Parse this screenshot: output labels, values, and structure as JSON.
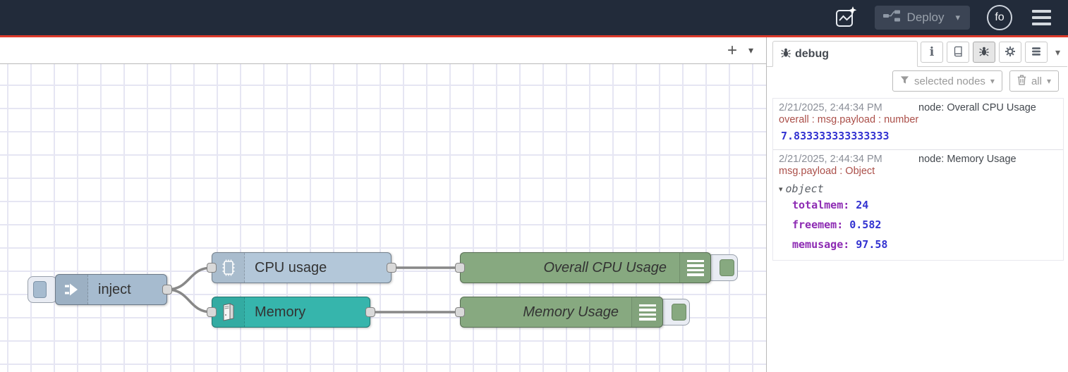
{
  "header": {
    "deploy_label": "Deploy",
    "avatar_text": "fo"
  },
  "icons": {
    "plus": "+",
    "chevron_down": "▾",
    "info": "i",
    "object_caret": "▾"
  },
  "flow": {
    "nodes": [
      {
        "label": "inject",
        "color": "#a6bbcf"
      },
      {
        "label": "CPU usage",
        "color": "#b3c7d9"
      },
      {
        "label": "Memory",
        "color": "#36b5ac"
      },
      {
        "label": "Overall CPU Usage",
        "color": "#87a980"
      },
      {
        "label": "Memory Usage",
        "color": "#87a980"
      }
    ]
  },
  "sidebar": {
    "tab_label": "debug",
    "filter_label": "selected nodes",
    "clear_label": "all",
    "messages": [
      {
        "timestamp": "2/21/2025, 2:44:34 PM",
        "source": "node: Overall CPU Usage",
        "meta": "overall : msg.payload : number",
        "value": "7.833333333333333"
      },
      {
        "timestamp": "2/21/2025, 2:44:34 PM",
        "source": "node: Memory Usage",
        "meta": "msg.payload : Object",
        "object_label": "object",
        "properties": [
          {
            "key": "totalmem:",
            "value": "24"
          },
          {
            "key": "freemem:",
            "value": "0.582"
          },
          {
            "key": "memusage:",
            "value": "97.58"
          }
        ]
      }
    ]
  },
  "colors": {
    "header_bg": "#222b3a",
    "deploy_red_bar": "#dd3a2b",
    "inject_node": "#a6bbcf",
    "cpu_node": "#b3c7d9",
    "memory_node": "#36b5ac",
    "debug_node": "#87a980",
    "value_blue": "#3333d1",
    "key_purple": "#8d2bb3",
    "meta_red": "#ab4f49"
  }
}
